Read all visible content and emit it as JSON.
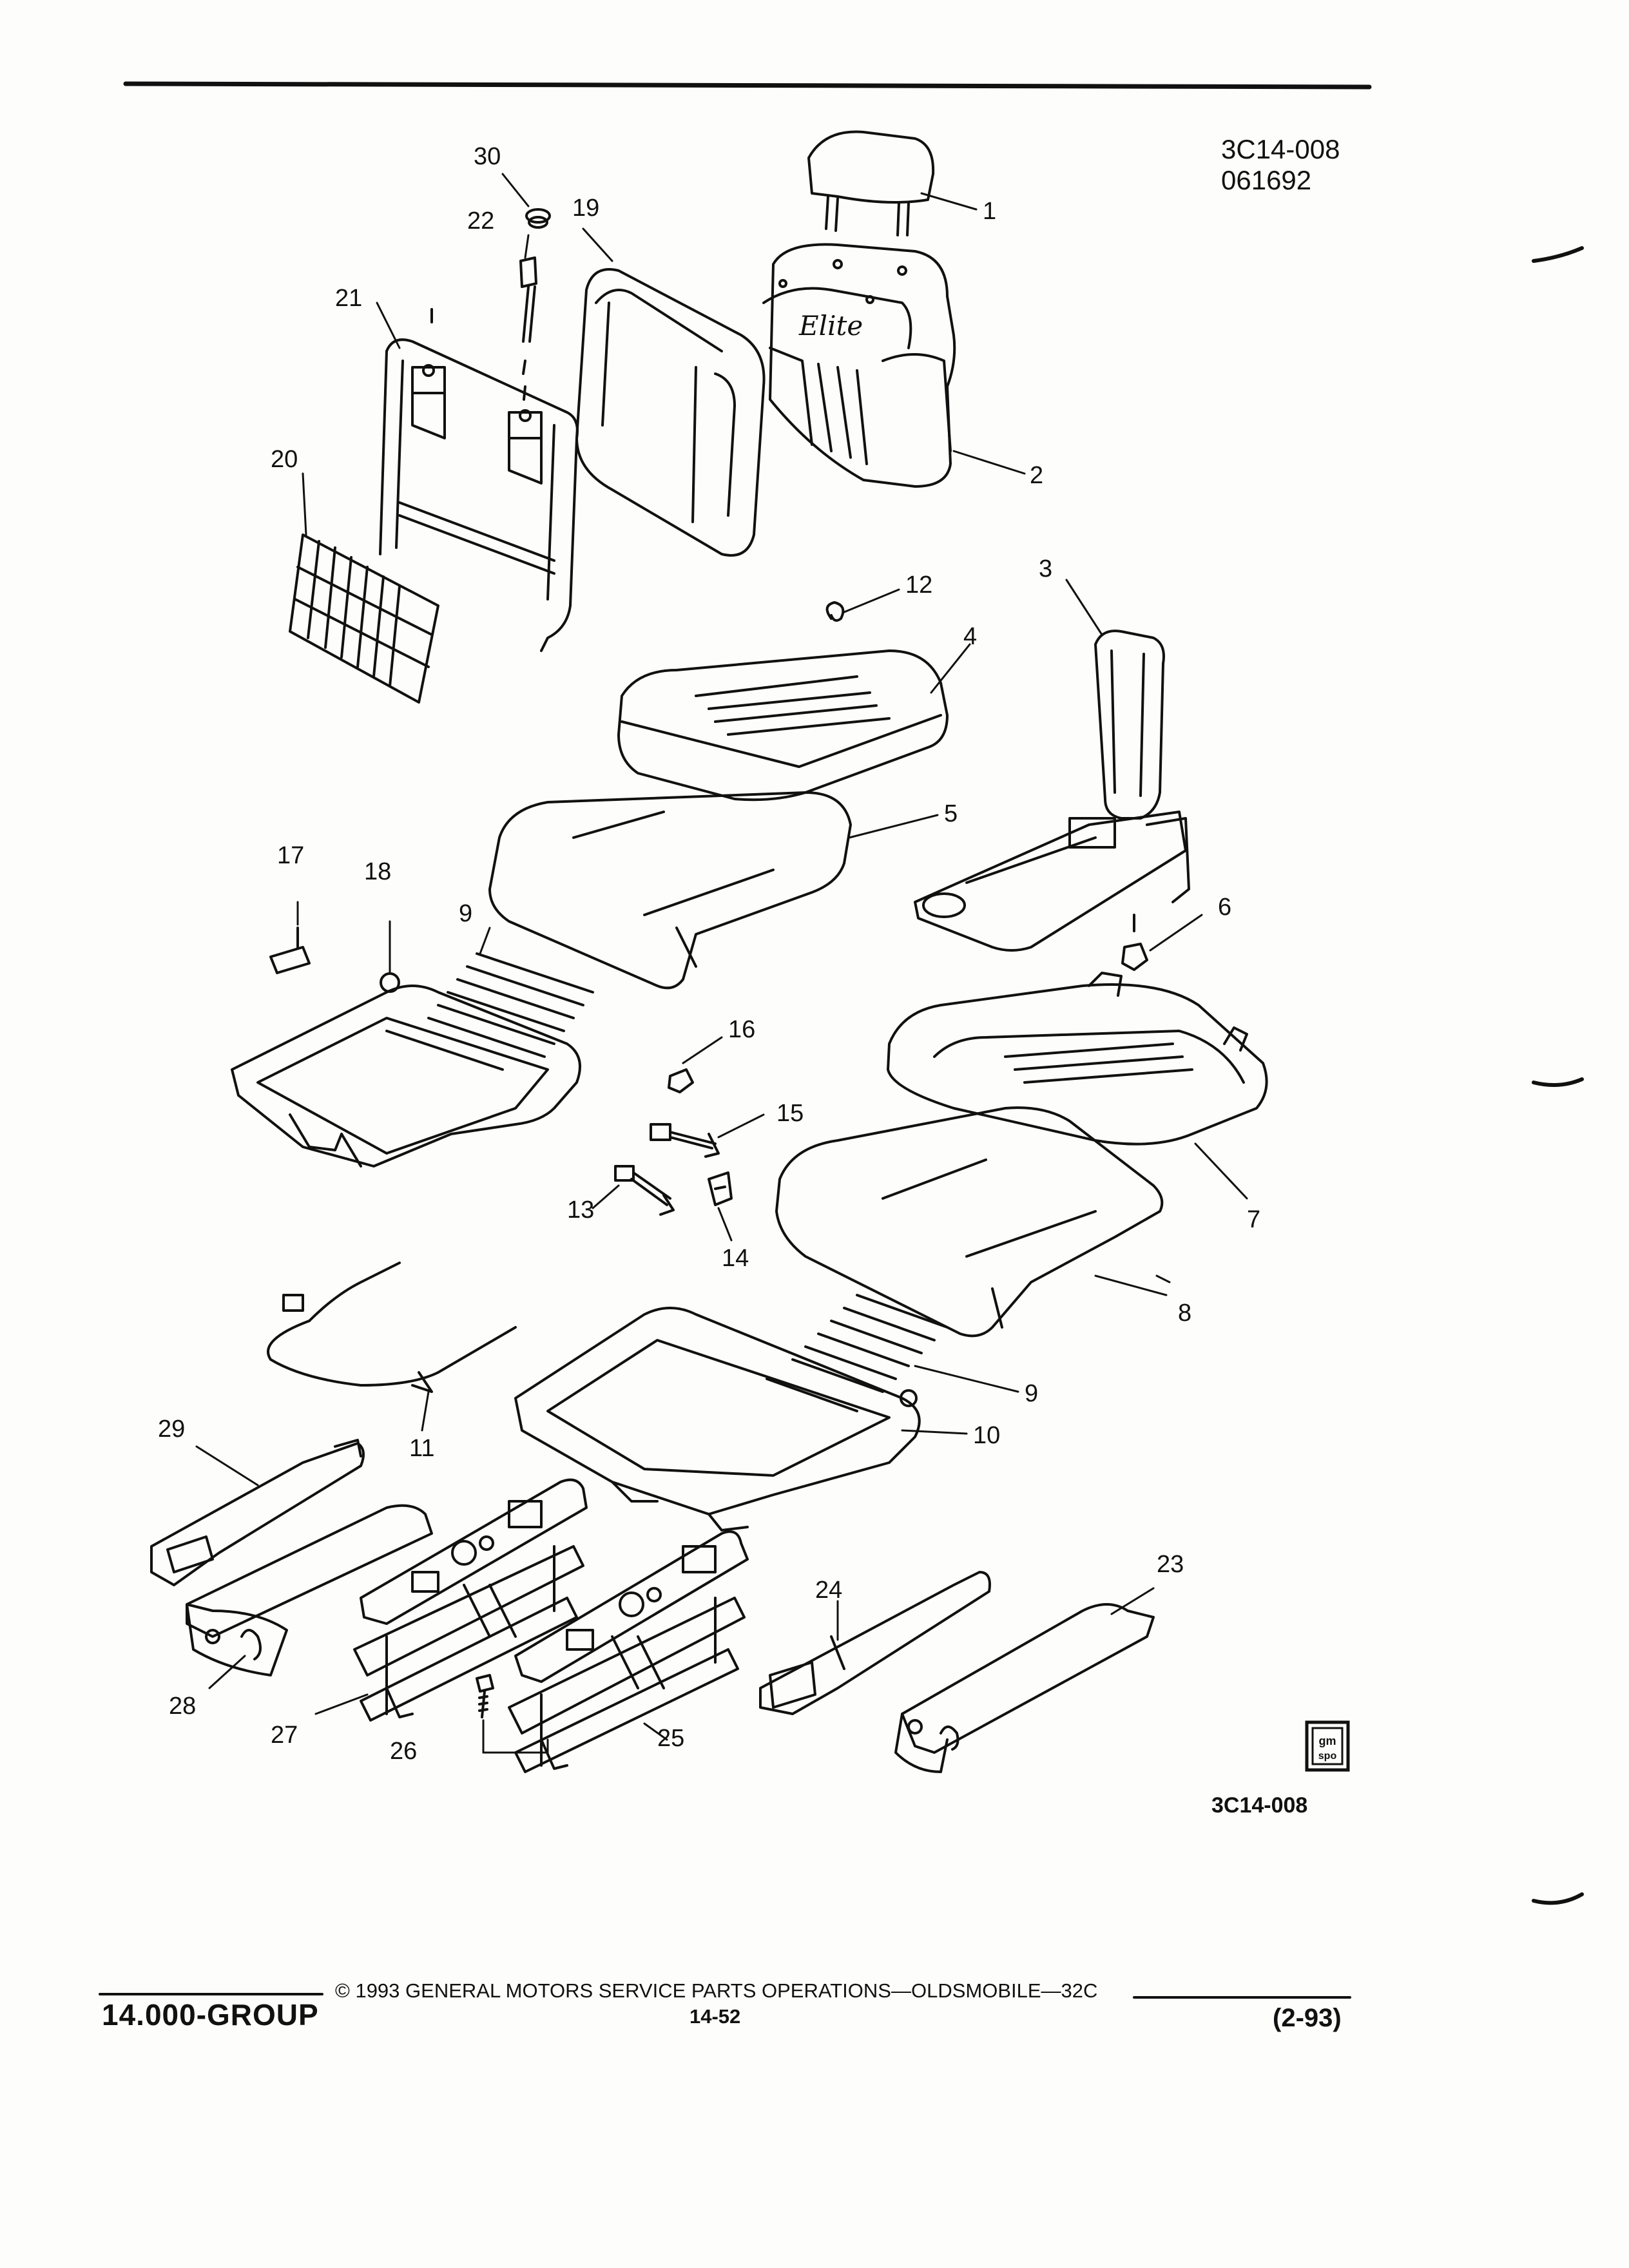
{
  "figure": {
    "ref_code_top": "3C14-008",
    "ref_date": "061692",
    "ref_code_bottom": "3C14-008"
  },
  "callouts": [
    "1",
    "2",
    "3",
    "4",
    "5",
    "6",
    "7",
    "8",
    "9",
    "9",
    "10",
    "11",
    "12",
    "13",
    "14",
    "15",
    "16",
    "17",
    "18",
    "19",
    "20",
    "21",
    "22",
    "23",
    "24",
    "25",
    "26",
    "27",
    "28",
    "29",
    "30"
  ],
  "logo": {
    "line1": "gm",
    "line2": "spo"
  },
  "footer": {
    "group": "14.000-GROUP",
    "copyright": "© 1993 GENERAL MOTORS SERVICE PARTS OPERATIONS—OLDSMOBILE—32C",
    "page": "14-52",
    "date": "(2-93)"
  }
}
